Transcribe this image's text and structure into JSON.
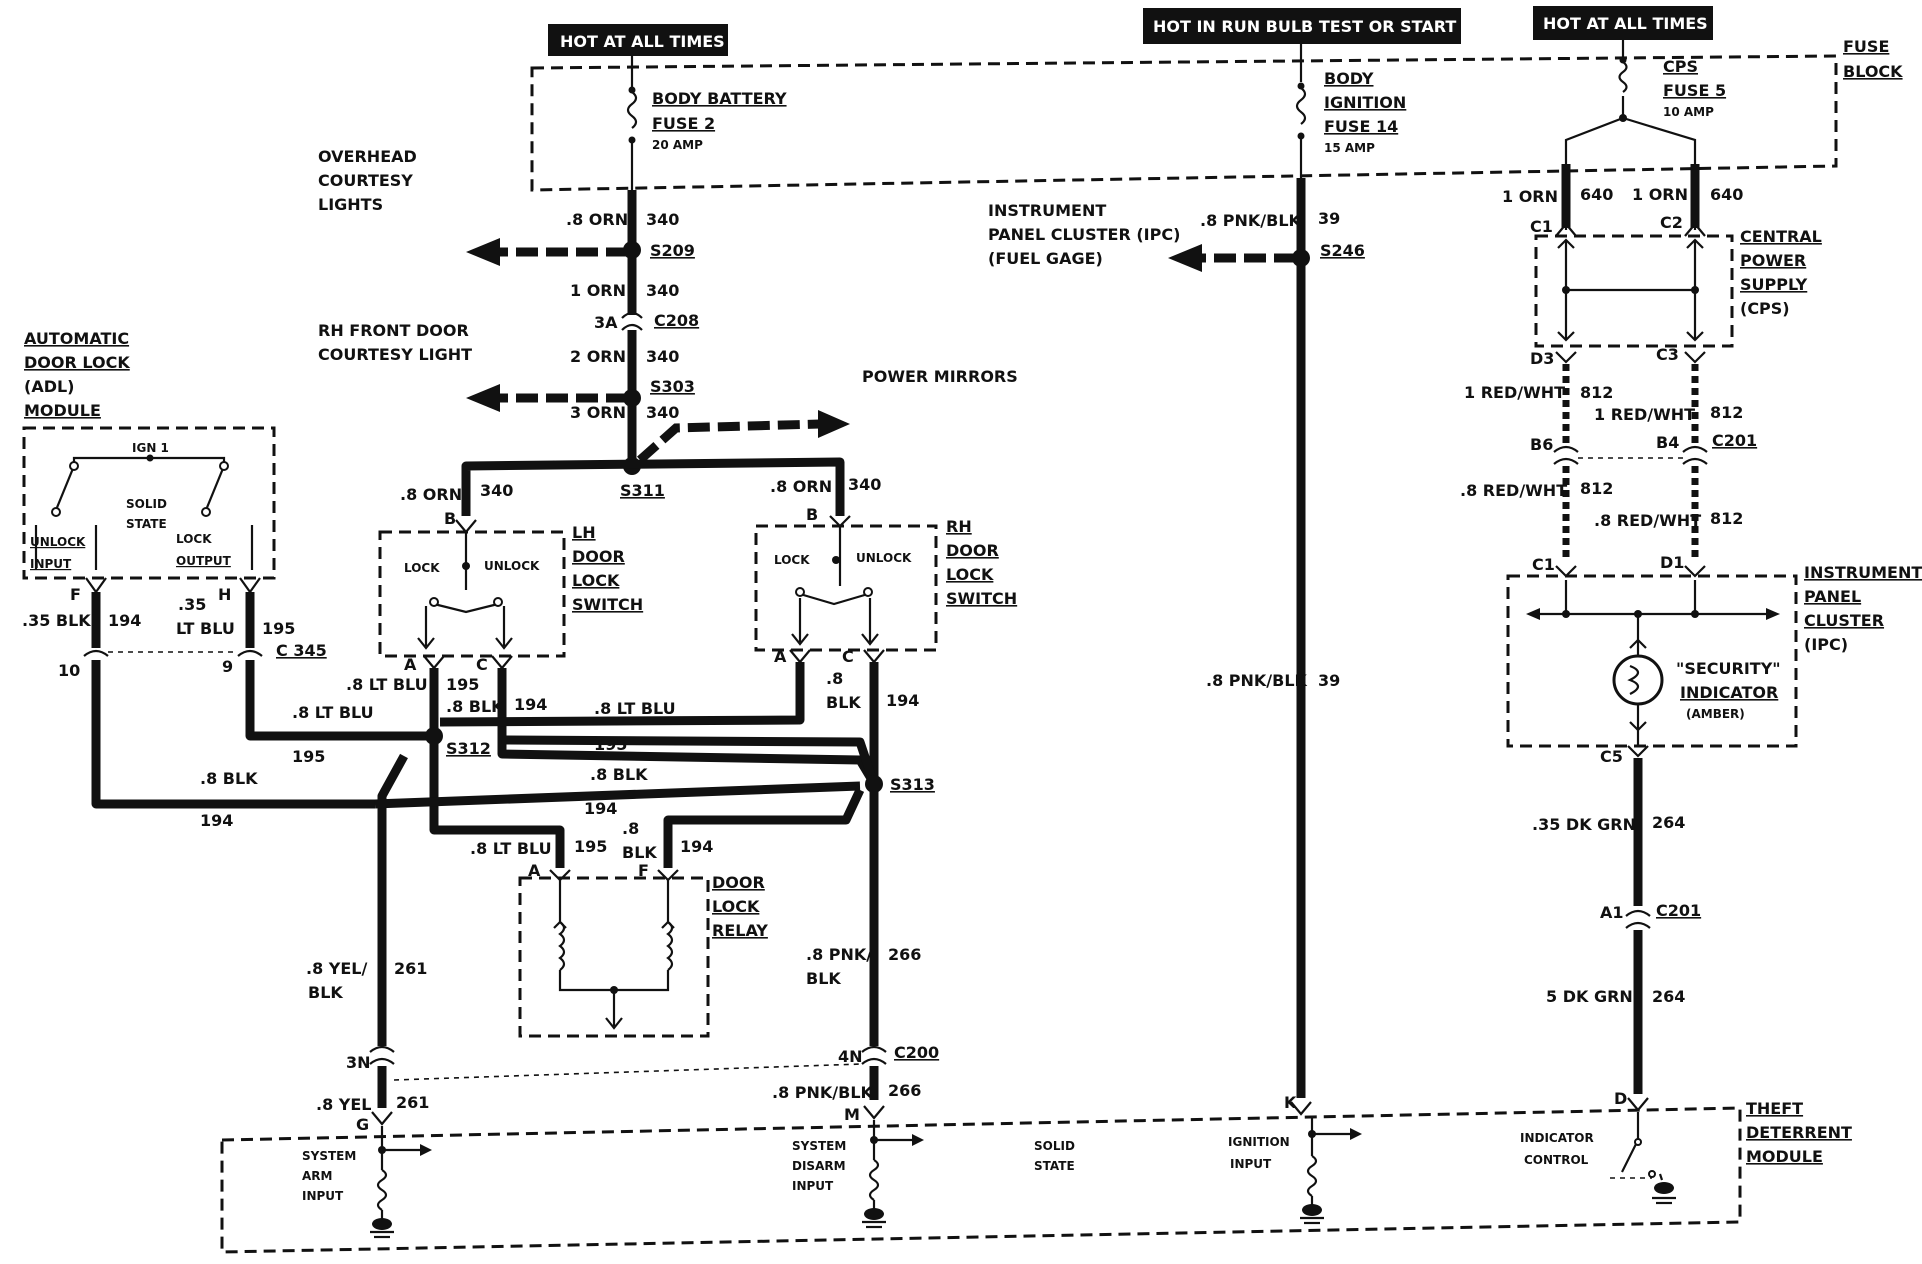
{
  "headers": {
    "hot_at_all_times_left": "HOT AT ALL TIMES",
    "hot_in_run": "HOT IN RUN  BULB TEST OR START",
    "hot_at_all_times_right": "HOT AT ALL TIMES"
  },
  "fuse_block": {
    "label_1": "FUSE",
    "label_2": "BLOCK",
    "body_battery": [
      "BODY BATTERY",
      "FUSE 2",
      "20 AMP"
    ],
    "body_ignition": [
      "BODY",
      "IGNITION",
      "FUSE 14",
      "15 AMP"
    ],
    "cps": [
      "CPS",
      "FUSE 5",
      "10 AMP"
    ]
  },
  "left_branch": {
    "overhead": [
      "OVERHEAD",
      "COURTESY",
      "LIGHTS"
    ],
    "rh_front_door": [
      "RH FRONT DOOR",
      "COURTESY LIGHT"
    ],
    "power_mirrors": "POWER MIRRORS",
    "w_8orn": ".8 ORN",
    "c340a": "340",
    "s209": "S209",
    "w_1orn": "1 ORN",
    "c340b": "340",
    "c3a": "3A",
    "c208": "C208",
    "w_2orn": "2 ORN",
    "c340c": "340",
    "s303": "S303",
    "w_3orn": "3 ORN",
    "c340d": "340",
    "s311": "S311"
  },
  "ipc_branch": {
    "ipc_label": [
      "INSTRUMENT",
      "PANEL CLUSTER (IPC)",
      "(FUEL GAGE)"
    ],
    "w_pnkblk": ".8 PNK/BLK",
    "c39": "39",
    "s246": "S246",
    "w_pnkblk2": ".8 PNK/BLK",
    "c39b": "39"
  },
  "adl_module": {
    "title": [
      "AUTOMATIC",
      "DOOR LOCK",
      "(ADL)",
      "MODULE"
    ],
    "ign": "IGN 1",
    "solid": [
      "SOLID",
      "STATE"
    ],
    "unlock_input": [
      "UNLOCK",
      "INPUT"
    ],
    "lock_output": [
      "LOCK",
      "OUTPUT"
    ],
    "pin_f": "F",
    "pin_h": "H",
    "w_35blk": ".35 BLK",
    "c194": "194",
    "w_35ltblu": [
      ".35",
      "LT BLU"
    ],
    "c195": "195",
    "c345": "C 345",
    "pin_10": "10",
    "pin_9": "9"
  },
  "lh_switch": {
    "title": [
      "LH",
      "DOOR",
      "LOCK",
      "SWITCH"
    ],
    "lock": "LOCK",
    "unlock": "UNLOCK",
    "w_8orn": ".8 ORN",
    "c340": "340",
    "pin_b": "B",
    "pin_a": "A",
    "pin_c": "C"
  },
  "rh_switch": {
    "title": [
      "RH",
      "DOOR",
      "LOCK",
      "SWITCH"
    ],
    "lock": "LOCK",
    "unlock": "UNLOCK",
    "w_8orn": ".8 ORN",
    "c340": "340",
    "pin_b": "B",
    "pin_a": "A",
    "pin_c": "C"
  },
  "middle_wires": {
    "w_ltblu_a": ".8 LT BLU",
    "c195_a": "195",
    "w_blk_a": ".8 BLK",
    "c194_a": "194",
    "w_ltblu_b": ".8 LT BLU",
    "c195_b": "195",
    "rh_blk": [
      ".8",
      "BLK"
    ],
    "rh_194": "194",
    "w_ltblu_c": ".8 LT BLU",
    "c195_c": "195",
    "s312": "S312",
    "w_blk_b": ".8 BLK",
    "c194_b": "194",
    "w_blk_c": ".8 BLK",
    "c194_c": "194",
    "s313": "S313"
  },
  "relay": {
    "title": [
      "DOOR",
      "LOCK",
      "RELAY"
    ],
    "w_ltblu": ".8 LT BLU",
    "c195": "195",
    "w_blk": [
      ".8",
      "BLK"
    ],
    "c194": "194",
    "pin_a": "A",
    "pin_f": "F"
  },
  "lower_left": {
    "w_yelblk": [
      ".8 YEL/",
      "BLK"
    ],
    "c261": "261",
    "pin_3n": "3N",
    "w_yel": ".8 YEL",
    "c261b": "261",
    "pin_g": "G",
    "w_pnkblk": [
      ".8 PNK/",
      "BLK"
    ],
    "c266": "266",
    "pin_4n": "4N",
    "c200": "C200",
    "w_pnkblk2": ".8 PNK/BLK",
    "c266b": "266",
    "pin_m": "M"
  },
  "cps": {
    "w_1orn_a": "1 ORN",
    "c640_a": "640",
    "w_1orn_b": "1 ORN",
    "c640_b": "640",
    "c1": "C1",
    "c2": "C2",
    "title": [
      "CENTRAL",
      "POWER",
      "SUPPLY",
      "(CPS)"
    ],
    "d3": "D3",
    "c3": "C3",
    "w_redwht_a": "1 RED/WHT",
    "c812_a": "812",
    "w_redwht_b": "1 RED/WHT",
    "c812_b": "812",
    "b6": "B6",
    "b4": "B4",
    "c201": "C201",
    "w_redwht_c": ".8 RED/WHT",
    "c812_c": "812",
    "w_redwht_d": ".8 RED/WHT",
    "c812_d": "812",
    "c1b": "C1",
    "d1": "D1"
  },
  "ipc_module": {
    "title": [
      "INSTRUMENT",
      "PANEL",
      "CLUSTER",
      "(IPC)"
    ],
    "security": [
      "\"SECURITY\"",
      "INDICATOR",
      "(AMBER)"
    ],
    "c5": "C5",
    "w_dkgrn": ".35 DK GRN",
    "c264": "264",
    "a1": "A1",
    "c201": "C201",
    "w_dkgrn2": "5 DK GRN",
    "c264b": "264",
    "pin_d": "D"
  },
  "theft_module": {
    "title": [
      "THEFT",
      "DETERRENT",
      "MODULE"
    ],
    "arm": [
      "SYSTEM",
      "ARM",
      "INPUT"
    ],
    "disarm": [
      "SYSTEM",
      "DISARM",
      "INPUT"
    ],
    "solid": [
      "SOLID",
      "STATE"
    ],
    "ignition": [
      "IGNITION",
      "INPUT"
    ],
    "indicator": [
      "INDICATOR",
      "CONTROL"
    ],
    "pin_k": "K"
  }
}
